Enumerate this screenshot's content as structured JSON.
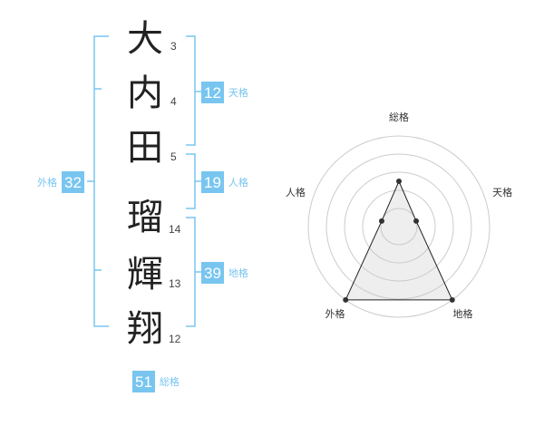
{
  "name": {
    "chars": [
      {
        "char": "大",
        "strokes": "3"
      },
      {
        "char": "内",
        "strokes": "4"
      },
      {
        "char": "田",
        "strokes": "5"
      },
      {
        "char": "瑠",
        "strokes": "14"
      },
      {
        "char": "輝",
        "strokes": "13"
      },
      {
        "char": "翔",
        "strokes": "12"
      }
    ]
  },
  "scores": {
    "tenkaku": {
      "value": "12",
      "label": "天格"
    },
    "jinkaku": {
      "value": "19",
      "label": "人格"
    },
    "chikaku": {
      "value": "39",
      "label": "地格"
    },
    "gaikaku": {
      "value": "32",
      "label": "外格"
    },
    "soukaku": {
      "value": "51",
      "label": "総格"
    }
  },
  "radar": {
    "axes": [
      {
        "label": "総格",
        "level": 0.5
      },
      {
        "label": "天格",
        "level": 0.2
      },
      {
        "label": "地格",
        "level": 1.0
      },
      {
        "label": "外格",
        "level": 1.0
      },
      {
        "label": "人格",
        "level": 0.2
      }
    ],
    "rings": 5
  },
  "colors": {
    "accent": "#78c5f0",
    "text": "#222222"
  }
}
